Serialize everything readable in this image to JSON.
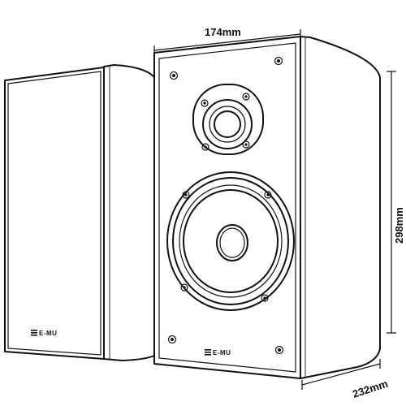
{
  "dimensions": {
    "width": "174mm",
    "height": "298mm",
    "depth": "232mm"
  },
  "brand": {
    "logo_left": "E-MU",
    "logo_right": "E-MU"
  }
}
